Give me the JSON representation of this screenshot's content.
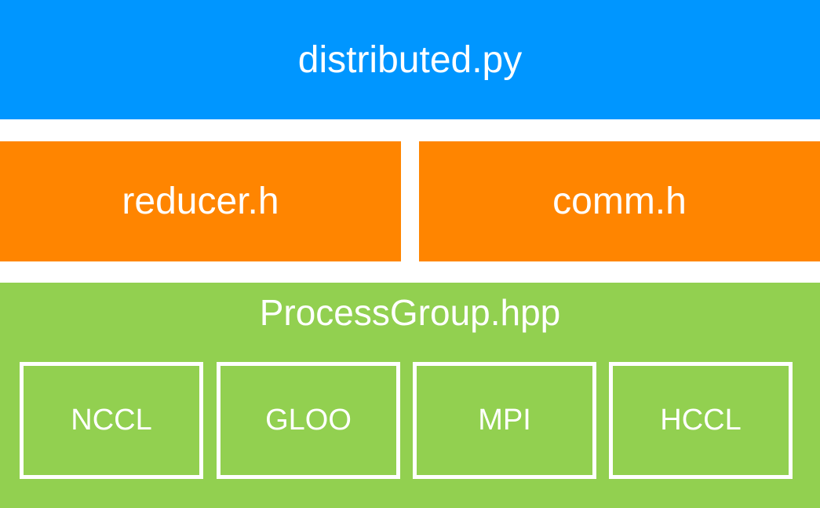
{
  "top": {
    "label": "distributed.py"
  },
  "middle": [
    {
      "label": "reducer.h"
    },
    {
      "label": "comm.h"
    }
  ],
  "bottom": {
    "label": "ProcessGroup.hpp",
    "backends": [
      {
        "label": "NCCL"
      },
      {
        "label": "GLOO"
      },
      {
        "label": "MPI"
      },
      {
        "label": "HCCL"
      }
    ]
  },
  "colors": {
    "top": "#0096ff",
    "middle": "#ff8500",
    "bottom": "#92d050",
    "text": "#ffffff"
  }
}
